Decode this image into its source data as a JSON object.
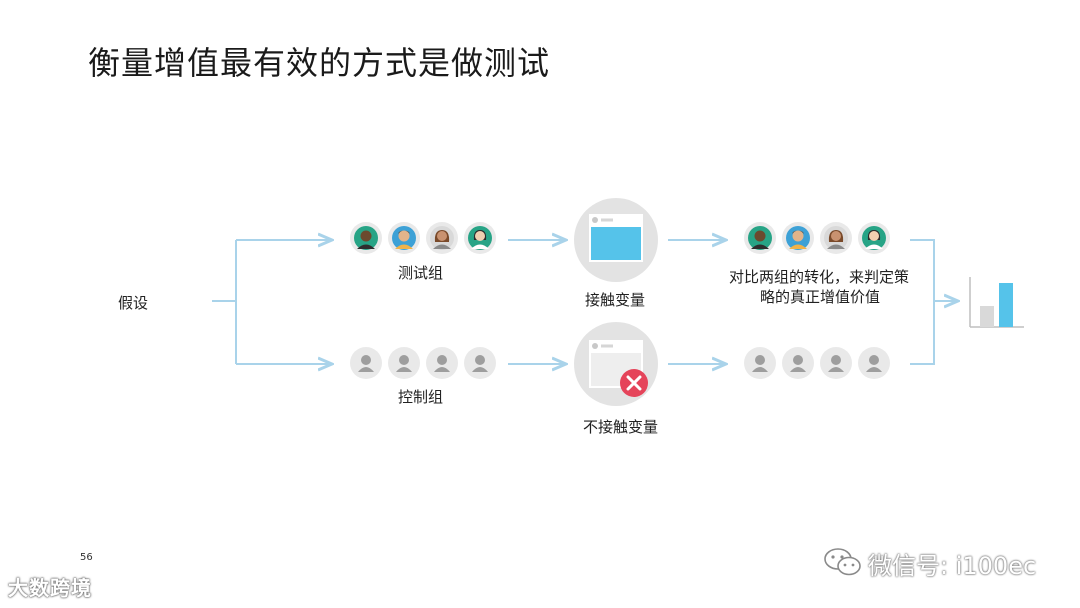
{
  "title": "衡量增值最有效的方式是做测试",
  "hypothesis_label": "假设",
  "test_group_label": "测试组",
  "control_group_label": "控制组",
  "exposed_label": "接触变量",
  "not_exposed_label": "不接触变量",
  "compare_label_line1": "对比两组的转化，来判定策",
  "compare_label_line2": "略的真正增值价值",
  "page_number": "56",
  "watermark_left": "大数跨境",
  "watermark_right": "微信号: i100ec",
  "colors": {
    "arrow": "#a9d3ea",
    "screen_blue": "#55c3ea",
    "error_red": "#e5445a",
    "avatar_bg": "#e9e9e9",
    "bar_gray": "#d9d9d9",
    "bar_blue": "#55c3ea"
  }
}
